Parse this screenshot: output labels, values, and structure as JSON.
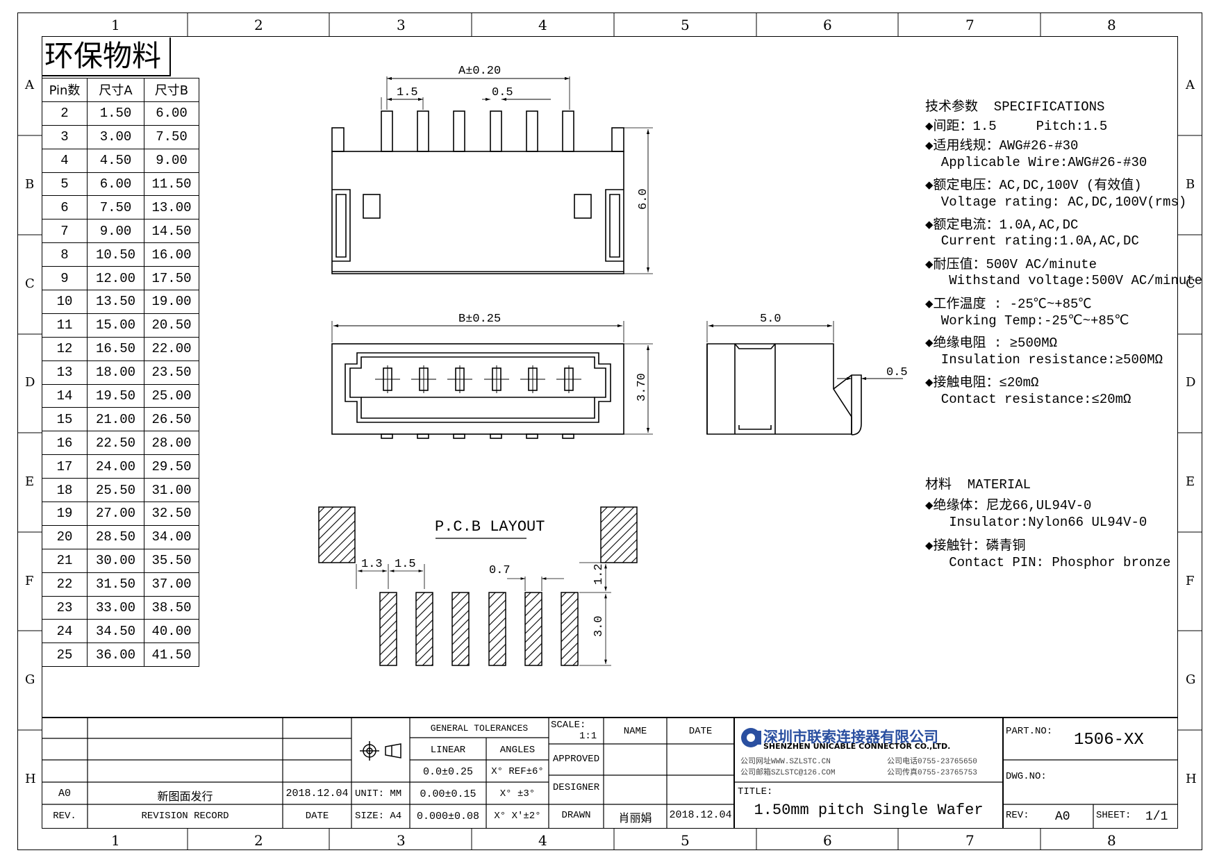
{
  "env_label": "环保物料",
  "col_marks": [
    "1",
    "2",
    "3",
    "4",
    "5",
    "6",
    "7",
    "8"
  ],
  "row_marks": [
    "A",
    "B",
    "C",
    "D",
    "E",
    "F",
    "G",
    "H"
  ],
  "pin_table": {
    "headers": [
      "Pin数",
      "尺寸A",
      "尺寸B"
    ],
    "rows": [
      [
        "2",
        "1.50",
        "6.00"
      ],
      [
        "3",
        "3.00",
        "7.50"
      ],
      [
        "4",
        "4.50",
        "9.00"
      ],
      [
        "5",
        "6.00",
        "11.50"
      ],
      [
        "6",
        "7.50",
        "13.00"
      ],
      [
        "7",
        "9.00",
        "14.50"
      ],
      [
        "8",
        "10.50",
        "16.00"
      ],
      [
        "9",
        "12.00",
        "17.50"
      ],
      [
        "10",
        "13.50",
        "19.00"
      ],
      [
        "11",
        "15.00",
        "20.50"
      ],
      [
        "12",
        "16.50",
        "22.00"
      ],
      [
        "13",
        "18.00",
        "23.50"
      ],
      [
        "14",
        "19.50",
        "25.00"
      ],
      [
        "15",
        "21.00",
        "26.50"
      ],
      [
        "16",
        "22.50",
        "28.00"
      ],
      [
        "17",
        "24.00",
        "29.50"
      ],
      [
        "18",
        "25.50",
        "31.00"
      ],
      [
        "19",
        "27.00",
        "32.50"
      ],
      [
        "20",
        "28.50",
        "34.00"
      ],
      [
        "21",
        "30.00",
        "35.50"
      ],
      [
        "22",
        "31.50",
        "37.00"
      ],
      [
        "23",
        "33.00",
        "38.50"
      ],
      [
        "24",
        "34.50",
        "40.00"
      ],
      [
        "25",
        "36.00",
        "41.50"
      ]
    ]
  },
  "dims": {
    "a_tol": "A±0.20",
    "pitch": "1.5",
    "pin_w": "0.5",
    "height": "6.0",
    "b_tol": "B±0.25",
    "depth": "3.70",
    "side_w": "5.0",
    "side_t": "0.5",
    "pcb_title": "P.C.B LAYOUT",
    "pcb_offset": "1.3",
    "pcb_pitch": "1.5",
    "pad_w": "0.7",
    "pad_gap": "1.2",
    "pad_len": "3.0"
  },
  "specs": {
    "title": "技术参数  SPECIFICATIONS",
    "lines": [
      "◆间距：1.5     Pitch:1.5",
      "◆适用线规：AWG#26-#30",
      "  Applicable Wire:AWG#26-#30",
      "◆额定电压：AC,DC,100V (有效值)",
      "  Voltage rating: AC,DC,100V(rms)",
      "◆额定电流：1.0A,AC,DC",
      "  Current rating:1.0A,AC,DC",
      "◆耐压值：500V AC/minute",
      "   Withstand voltage:500V AC/minute",
      "◆工作温度 : -25℃~+85℃",
      "  Working Temp:-25℃~+85℃",
      "◆绝缘电阻 : ≥500MΩ",
      "  Insulation resistance:≥500MΩ",
      "◆接触电阻：≤20mΩ",
      "  Contact resistance:≤20mΩ"
    ],
    "material_title": "材料  MATERIAL",
    "material_lines": [
      "◆绝缘体：尼龙66,UL94V-0",
      "   Insulator:Nylon66 UL94V-0",
      "◆接触针：磷青铜",
      "   Contact PIN: Phosphor bronze"
    ]
  },
  "title_block": {
    "general_tolerances": "GENERAL TOLERANCES",
    "linear": "LINEAR",
    "angles": "ANGLES",
    "tol1": "0.0±0.25",
    "tol2": "0.00±0.15",
    "tol3": "0.000±0.08",
    "ang1": "X° REF±6°",
    "ang2": "X° ±3°",
    "ang3": "X° X'±2°",
    "unit": "UNIT: MM",
    "size": "SIZE: A4",
    "scale_label": "SCALE:",
    "scale_val": "1:1",
    "name": "NAME",
    "date": "DATE",
    "approved": "APPROVED",
    "designer": "DESIGNER",
    "drawn": "DRAWN",
    "drawn_name": "肖丽娟",
    "drawn_date": "2018.12.04",
    "rev_code": "A0",
    "rev_text": "新图面发行",
    "rev_date": "2018.12.04",
    "rev_h": "REV.",
    "rev_record_h": "REVISION RECORD",
    "date_h": "DATE",
    "company_cn": "深圳市联索连接器有限公司",
    "company_en": "SHENZHEN UNICABLE CONNECTOR CO.,LTD.",
    "site": "公司网址WWW.SZLSTC.CN",
    "email": "公司邮箱SZLSTC@126.COM",
    "tel": "公司电话0755-23765650",
    "fax": "公司传真0755-23765753",
    "title_label": "TITLE:",
    "title": "1.50mm pitch Single Wafer",
    "part_label": "PART.NO:",
    "part_no": "1506-XX",
    "dwg_label": "DWG.NO:",
    "rev_label": "REV:",
    "rev_val": "A0",
    "sheet_label": "SHEET:",
    "sheet_val": "1/1"
  }
}
